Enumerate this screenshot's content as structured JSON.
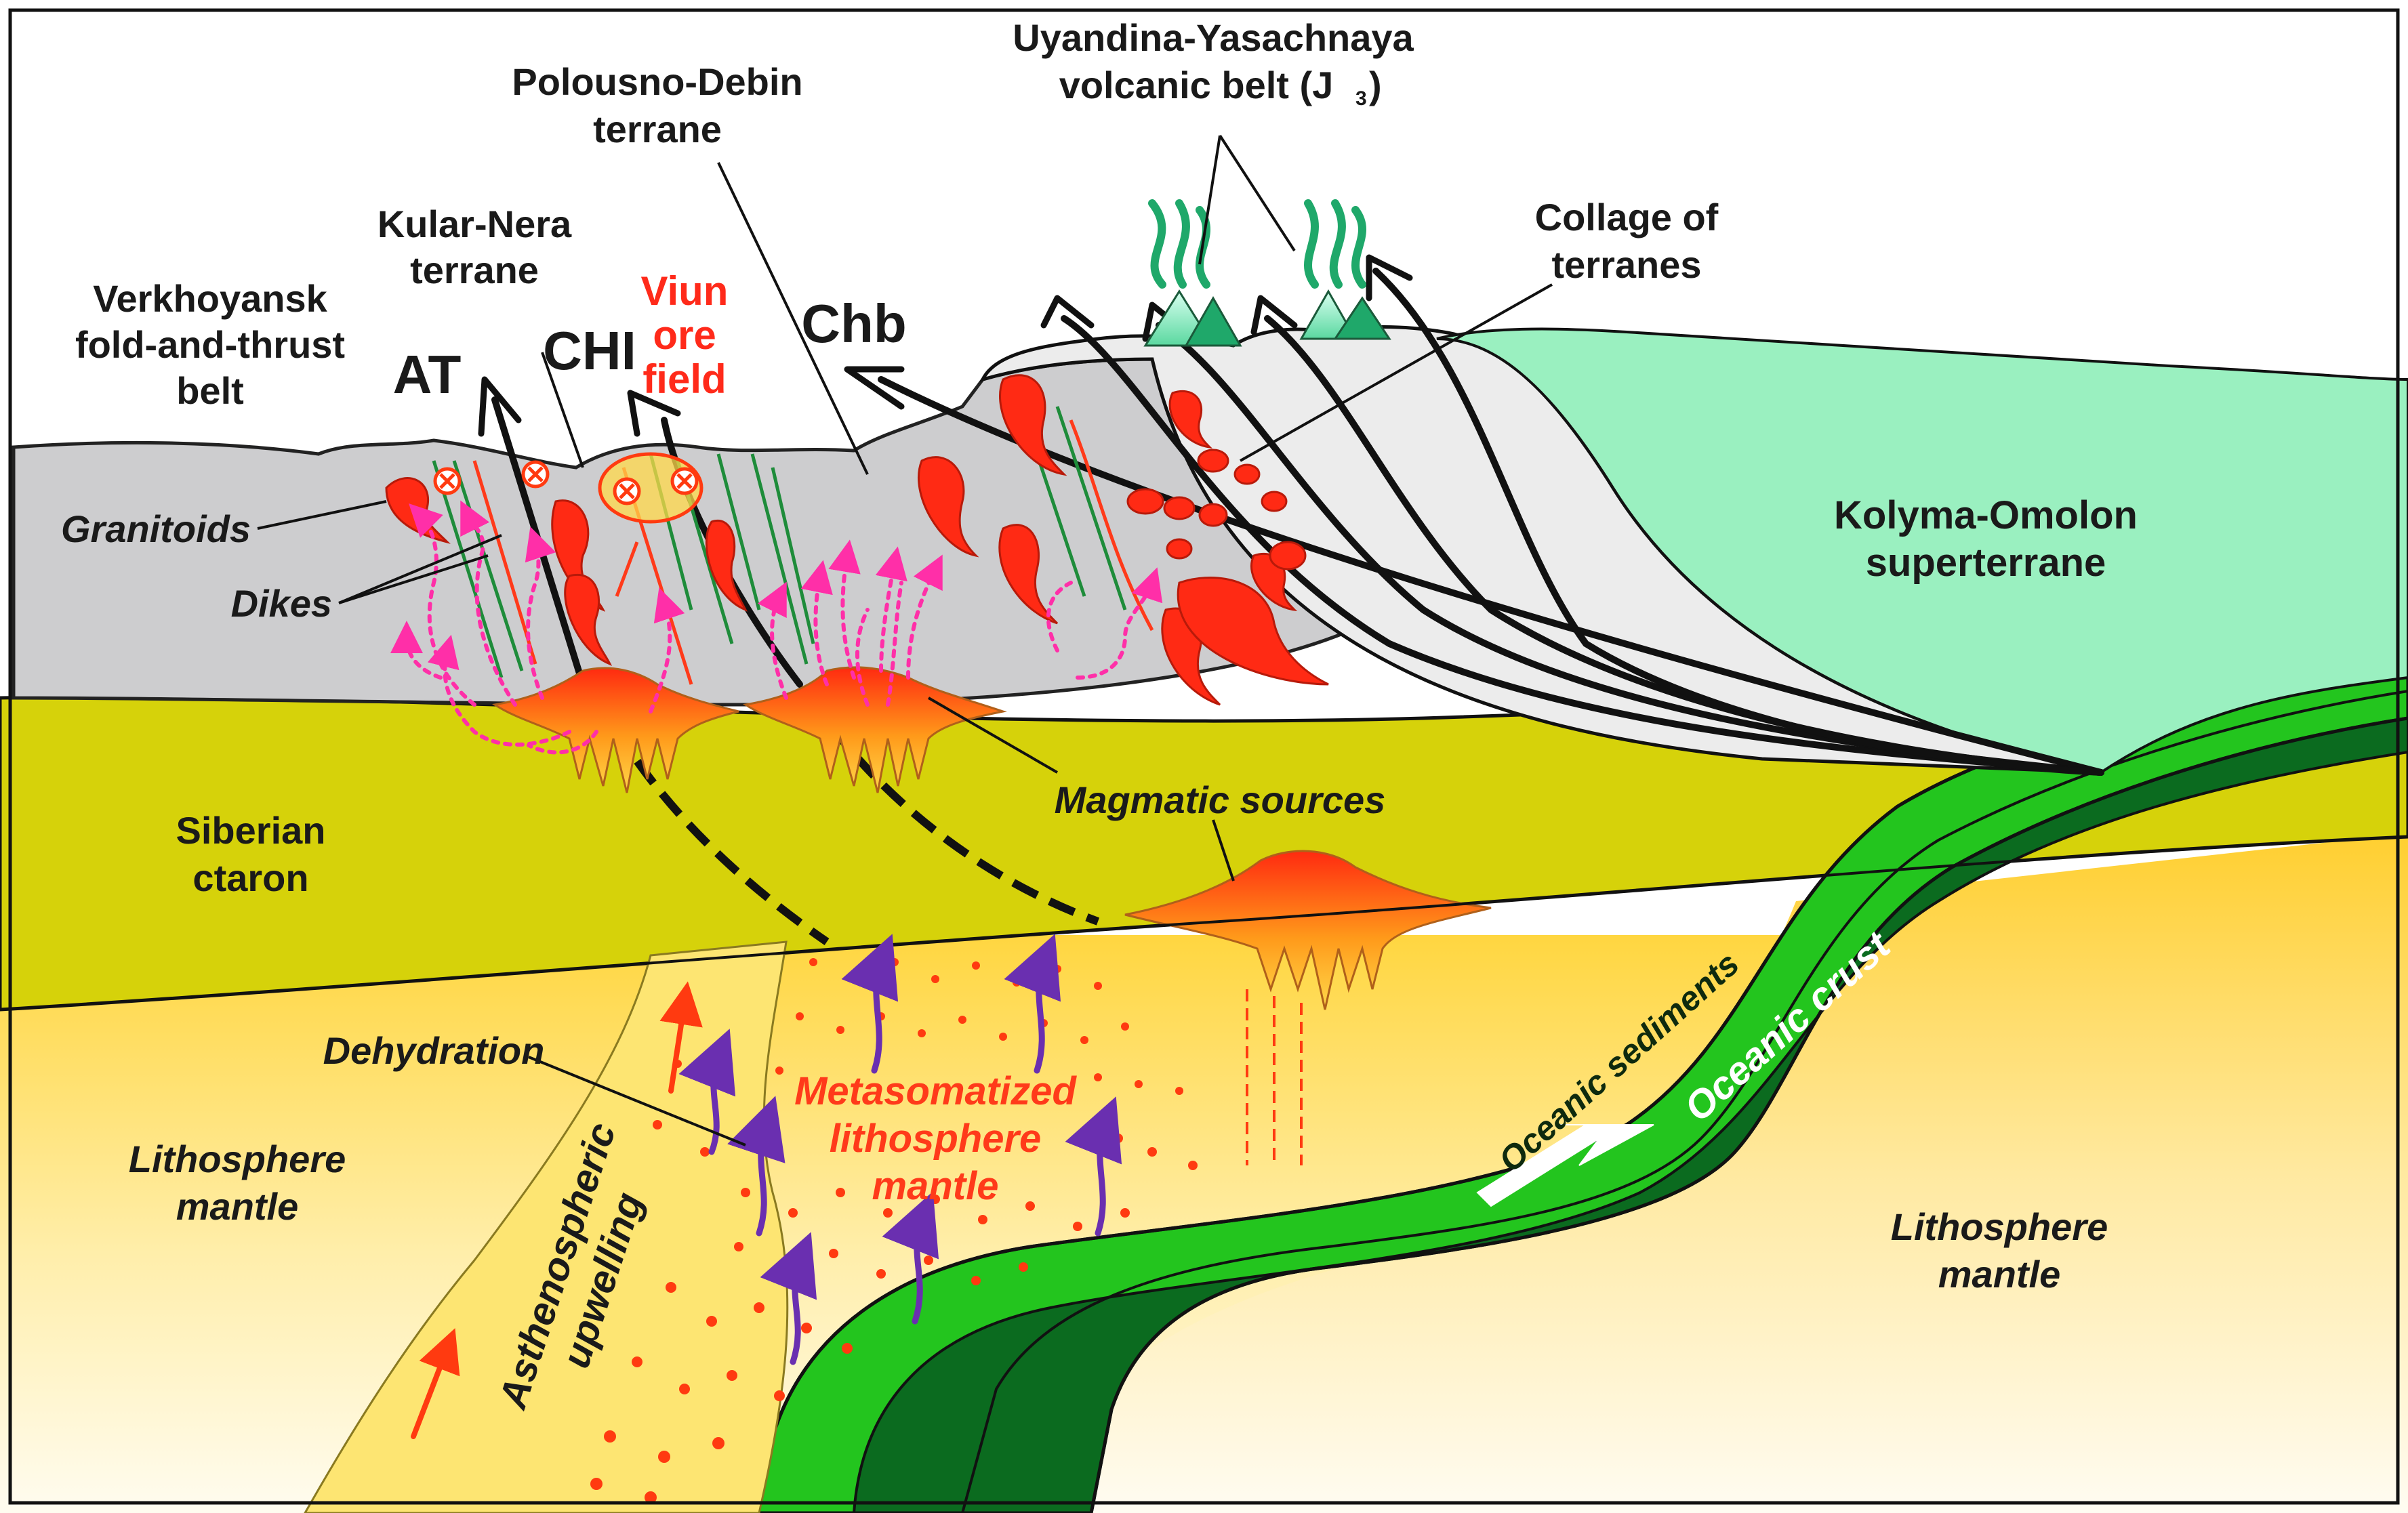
{
  "labels": {
    "verkhoyansk_1": "Verkhoyansk",
    "verkhoyansk_2": "fold-and-thrust",
    "verkhoyansk_3": "belt",
    "kular_1": "Kular-Nera",
    "kular_2": "terrane",
    "polousno_1": "Polousno-Debin",
    "polousno_2": "terrane",
    "uyandina_1": "Uyandina-Yasachnaya",
    "uyandina_2": "volcanic belt (J",
    "uyandina_sub": "3",
    "uyandina_close": ")",
    "collage_1": "Collage of",
    "collage_2": "terranes",
    "at": "AT",
    "chi": "CHI",
    "chb": "Chb",
    "viun_1": "Viun",
    "viun_2": "ore",
    "viun_3": "field",
    "granitoids": "Granitoids",
    "dikes": "Dikes",
    "kolyma_1": "Kolyma-Omolon",
    "kolyma_2": "superterrane",
    "magmatic": "Magmatic sources",
    "siberian_1": "Siberian",
    "siberian_2": "ctaron",
    "dehydration": "Dehydration",
    "metasomatized_1": "Metasomatized",
    "metasomatized_2": "lithosphere",
    "metasomatized_3": "mantle",
    "litho_left_1": "Lithosphere",
    "litho_left_2": "mantle",
    "litho_right_1": "Lithosphere",
    "litho_right_2": "mantle",
    "asthenospheric_1": "Asthenospheric",
    "asthenospheric_2": "upwelling",
    "oceanic_sediments": "Oceanic sediments",
    "oceanic_crust": "Oceanic crust"
  },
  "colors": {
    "mantle_top": "#ffd84a",
    "mantle_bottom": "#fffbe8",
    "craton": "#d6d20a",
    "fold_belt": "#cdcdcf",
    "terrane_collage": "#ececec",
    "kolyma": "#9af0c0",
    "oceanic_sediments": "#23c51e",
    "oceanic_crust": "#0b6b1f",
    "asthenosphere": "#fde572",
    "granitoid": "#ff2a14",
    "dike_green": "#1e8c3a",
    "dike_red": "#ff3a1a",
    "fluid_path": "#ff2fa8",
    "flux_arrow": "#6a2fb0",
    "volcano_smoke": "#1fa86a"
  },
  "icons": [
    "crossed-hammers-icon",
    "volcano-icon",
    "subduction-arrow-icon"
  ]
}
